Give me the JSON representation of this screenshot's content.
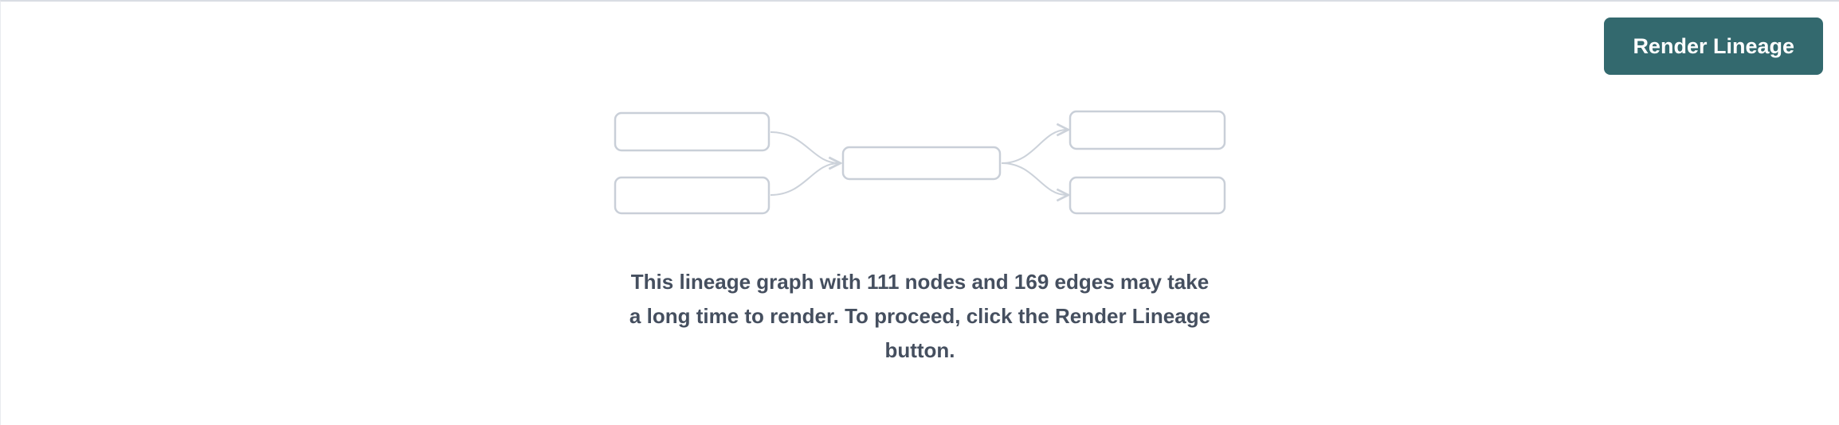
{
  "panel": {
    "render_button_label": "Render Lineage",
    "message": {
      "lines": [
        "This lineage graph with 111 nodes and 169 edges may take",
        "a long time to render. To proceed, click the Render Lineage",
        "button."
      ],
      "full_text": "This lineage graph with 111 nodes and 169 edges may take a long time to render. To proceed, click the Render Lineage button.",
      "node_count": 111,
      "edge_count": 169
    },
    "illustration": "lineage-graph-placeholder-icon"
  },
  "colors": {
    "panel_bg": "#ffffff",
    "top_border": "#d9dde3",
    "button_bg": "#33696e",
    "button_text": "#ffffff",
    "node_border": "#c9cfd8",
    "edge_stroke": "#ccd2da",
    "message_text": "#454f5f"
  }
}
